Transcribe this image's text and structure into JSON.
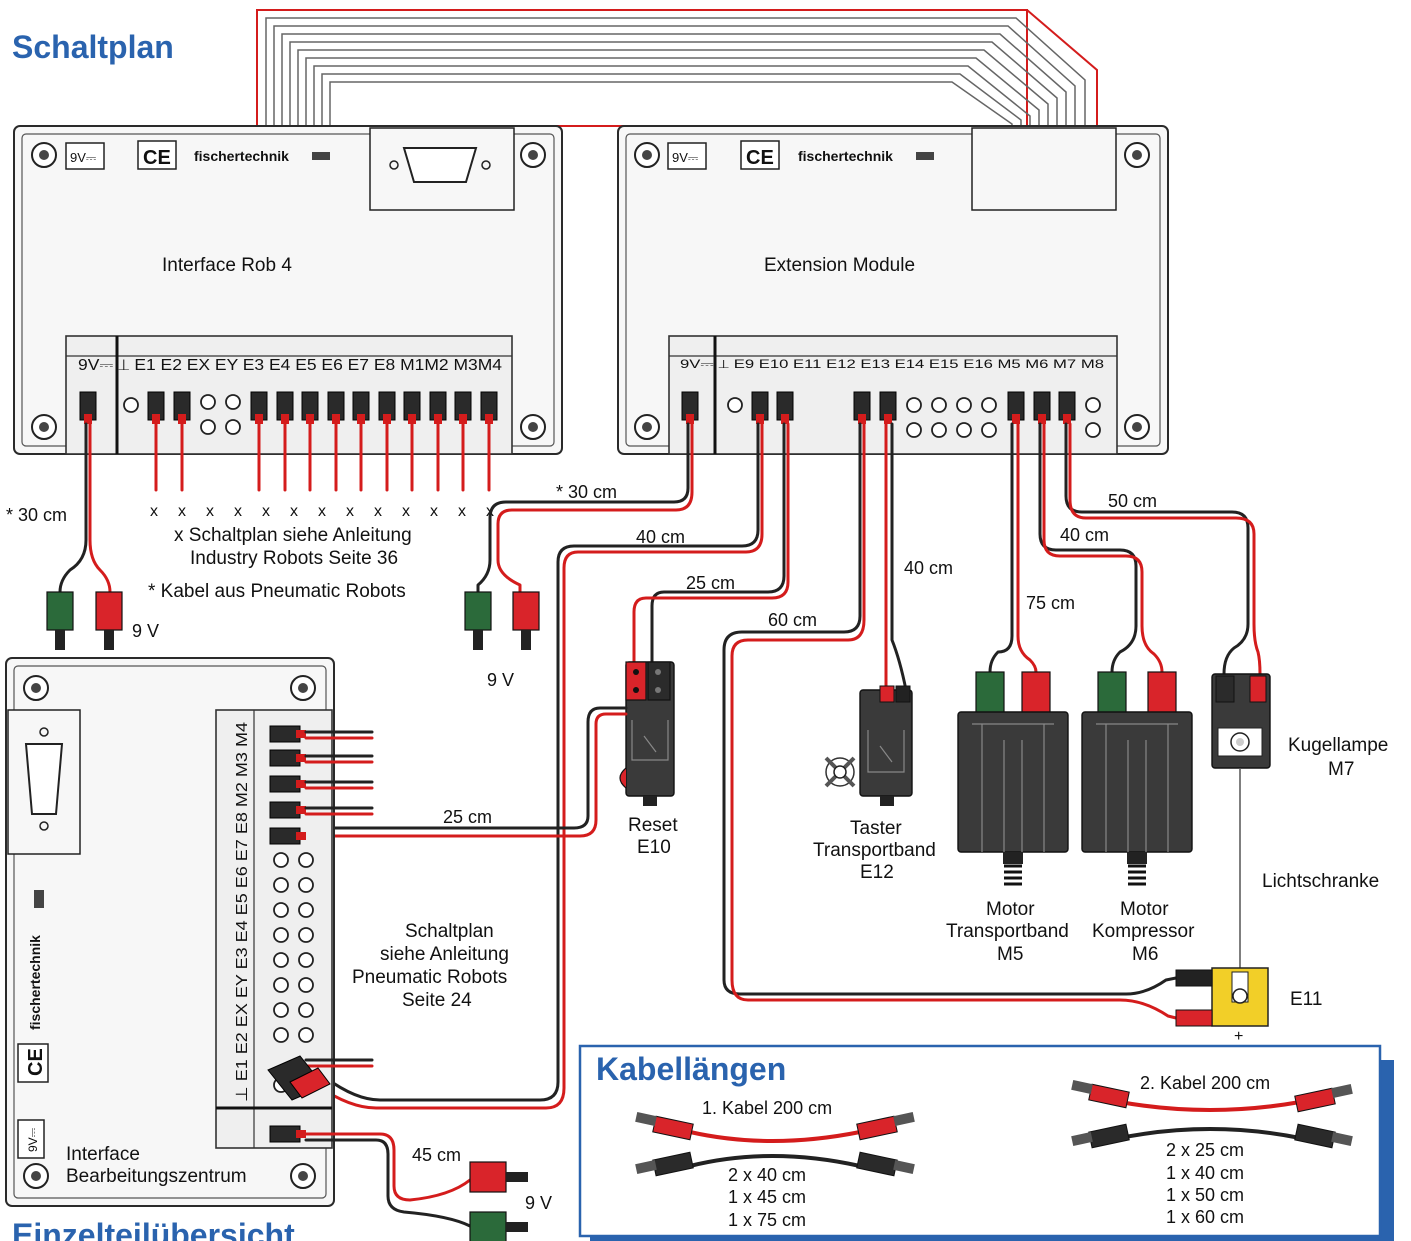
{
  "headings": {
    "schaltplan": "Schaltplan",
    "einzelteil": "Einzelteilübersicht"
  },
  "modules": {
    "rob4": {
      "title": "Interface Rob 4",
      "power_label": "9V⎓",
      "ce": "CE",
      "brand": "fischertechnik",
      "ports": "9V⎓ ⊥ E1 E2 EX EY E3 E4 E5 E6 E7 E8 M1M2 M3M4"
    },
    "ext": {
      "title": "Extension Module",
      "power_label": "9V⎓",
      "ce": "CE",
      "brand": "fischertechnik",
      "ports": "9V⎓ ⊥ E9 E10 E11 E12 E13 E14 E15 E16 M5 M6 M7 M8"
    },
    "bz": {
      "title_line1": "Interface",
      "title_line2": "Bearbeitungszentrum",
      "brand": "fischertechnik",
      "ce": "CE",
      "power_label": "9V⎓",
      "ports": "⊥ E1 E2 EX EY E3 E4 E5 E6 E7 E8 M2 M3 M4"
    }
  },
  "notes": {
    "x_marks": "x x x x x x x x x x x x x",
    "line1": "x Schaltplan siehe Anleitung",
    "line2": "Industry Robots Seite 36",
    "line3": "* Kabel aus Pneumatic Robots",
    "bz_line1": "Schaltplan",
    "bz_line2": "siehe Anleitung",
    "bz_line3": "Pneumatic Robots",
    "bz_line4": "Seite 24"
  },
  "cable_labels": {
    "rob4_power": "* 30 cm",
    "ext_power": "* 30 cm",
    "e10_40": "40 cm",
    "reset_25": "25 cm",
    "e11_60": "60 cm",
    "e12_40": "40 cm",
    "m5_75": "75 cm",
    "m6_40": "40 cm",
    "m7_50": "50 cm",
    "bz_25": "25 cm",
    "bz_45": "45 cm"
  },
  "voltages": {
    "rob4": "9 V",
    "ext": "9 V",
    "bz": "9 V"
  },
  "components": {
    "reset_l1": "Reset",
    "reset_l2": "E10",
    "taster_l1": "Taster",
    "taster_l2": "Transportband",
    "taster_l3": "E12",
    "m5_l1": "Motor",
    "m5_l2": "Transportband",
    "m5_l3": "M5",
    "m6_l1": "Motor",
    "m6_l2": "Kompressor",
    "m6_l3": "M6",
    "lamp_l1": "Kugellampe",
    "lamp_l2": "M7",
    "lichtschranke": "Lichtschranke",
    "e11": "E11",
    "plus": "+"
  },
  "kabel": {
    "title": "Kabellängen",
    "c1_title": "1. Kabel 200 cm",
    "c1_items": [
      "2 x 40 cm",
      "1 x 45 cm",
      "1 x 75 cm"
    ],
    "c2_title": "2. Kabel 200 cm",
    "c2_items": [
      "2 x 25 cm",
      "1 x 40 cm",
      "1 x 50 cm",
      "1 x 60 cm"
    ]
  },
  "colors": {
    "heading_blue": "#2a63ae",
    "wire_red": "#d41c1c",
    "wire_black": "#222222",
    "plug_green": "#2b6a3a",
    "lamp_yellow": "#f2cf28"
  }
}
